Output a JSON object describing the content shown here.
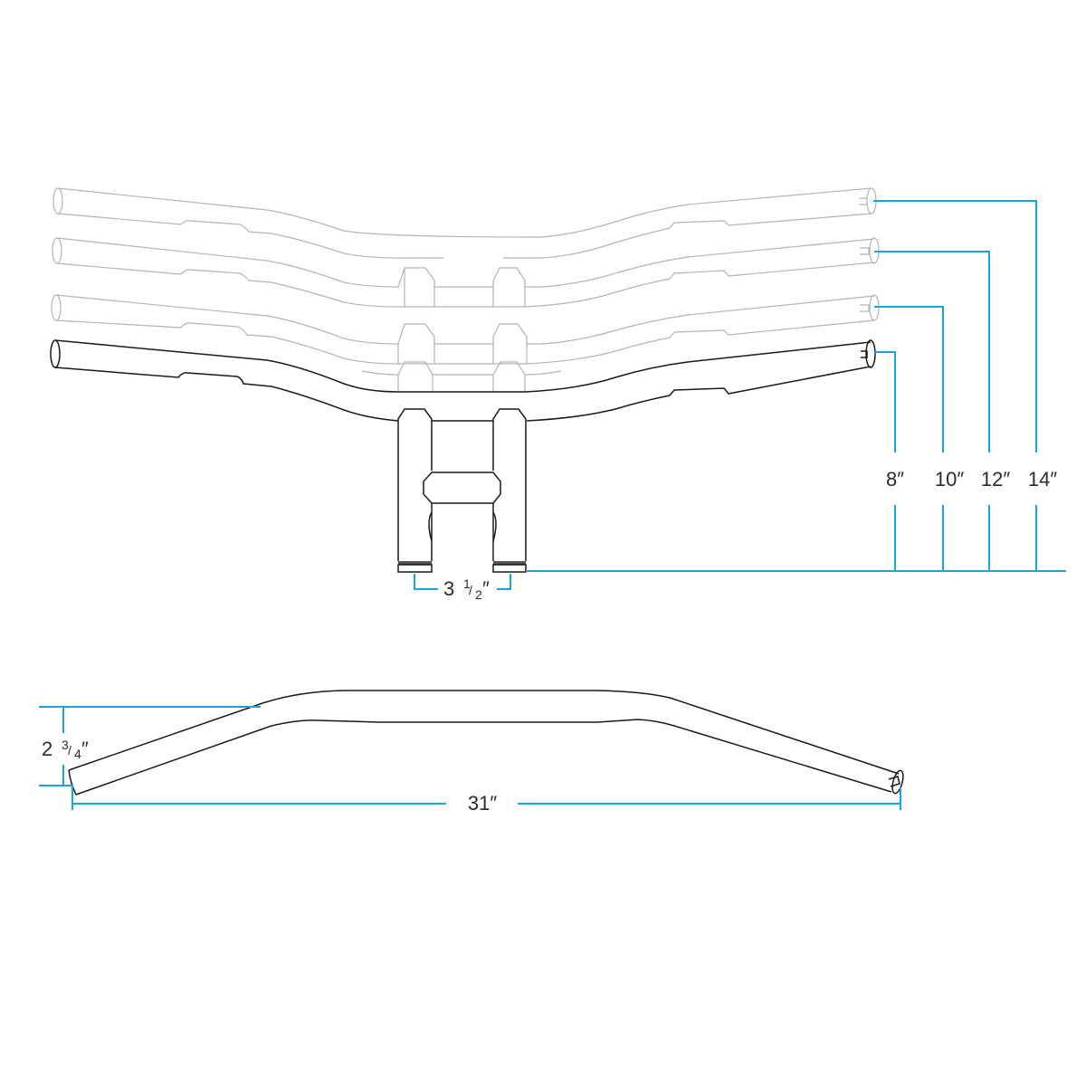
{
  "diagram": {
    "title": "Handlebar dimension drawing",
    "colors": {
      "dimension_line": "#1aa3dc",
      "active_bar": "#1a1a1a",
      "ghost_bar": "#b4b4b4",
      "text": "#2b2b2b"
    },
    "front_view": {
      "rise_options": [
        {
          "label": "8″",
          "active": true
        },
        {
          "label": "10″",
          "active": false
        },
        {
          "label": "12″",
          "active": false
        },
        {
          "label": "14″",
          "active": false
        }
      ],
      "riser_spacing": {
        "whole": "3",
        "numerator": "1",
        "denominator": "2",
        "unit": "″"
      }
    },
    "top_view": {
      "pullback": {
        "whole": "2",
        "numerator": "3",
        "denominator": "4",
        "unit": "″"
      },
      "width": {
        "label": "31″"
      }
    }
  }
}
